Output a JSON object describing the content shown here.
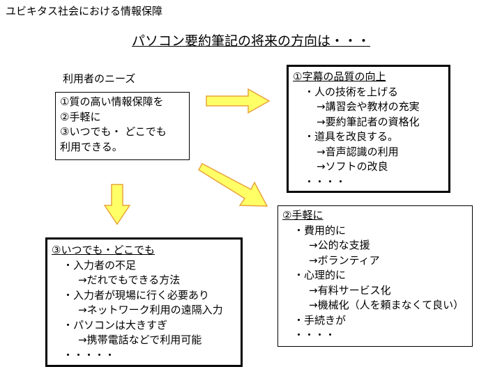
{
  "header": "ユビキタス社会における情報保障",
  "title": "パソコン要約筆記の将来の方向は・・・",
  "needs": {
    "label": "利用者のニーズ",
    "lines": [
      "①質の高い情報保障を",
      "②手軽に",
      "③いつでも・ どこでも",
      "利用できる。"
    ]
  },
  "quality": {
    "heading": "①字幕の品質の向上",
    "lines": [
      "・人の技術を上げる",
      "→講習会や教材の充実",
      "→要約筆記者の資格化",
      "・道具を改良する。",
      "→音声認識の利用",
      "→ソフトの改良",
      "・・・・"
    ]
  },
  "ease": {
    "heading": "②手軽に",
    "lines": [
      "・費用的に",
      "→公的な支援",
      "→ボランティア",
      "・心理的に",
      "→有料サービス化",
      "→機械化（人を頼まなくて良い）",
      "・手続きが",
      "・・・・"
    ]
  },
  "anywhere": {
    "heading": "③いつでも・どこでも",
    "lines": [
      "・入力者の不足",
      "→だれでもできる方法",
      "・入力者が現場に行く必要あり",
      "→ネットワーク利用の遠隔入力",
      "・パソコンは大きすぎ",
      "→携帯電話などで利用可能",
      "・・・・・"
    ]
  },
  "colors": {
    "arrow_fill": "#ffff66",
    "arrow_stroke": "#e8a33c",
    "border": "#000000"
  }
}
